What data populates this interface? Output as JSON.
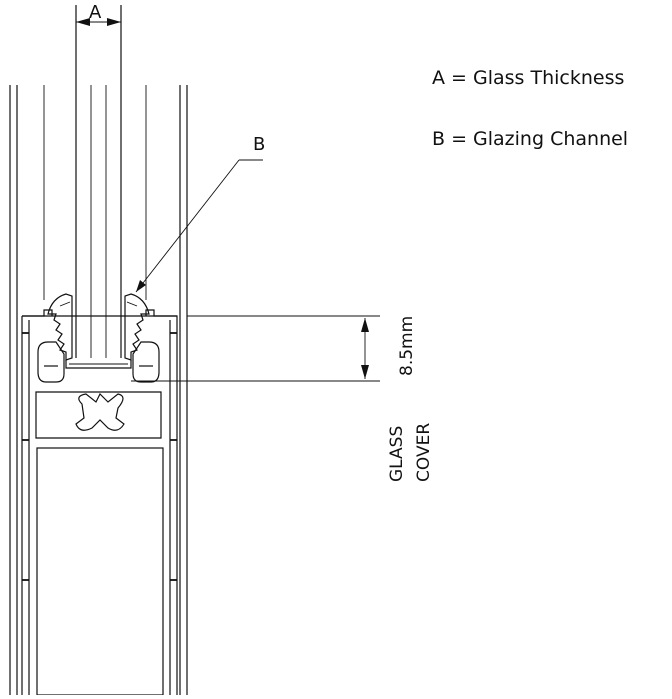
{
  "labels": {
    "a_marker": "A",
    "b_marker": "B",
    "legend_a": "A = Glass Thickness",
    "legend_b": "B = Glazing Channel",
    "dimension": "8.5mm",
    "glass_cover_line1": "GLASS",
    "glass_cover_line2": "COVER"
  }
}
